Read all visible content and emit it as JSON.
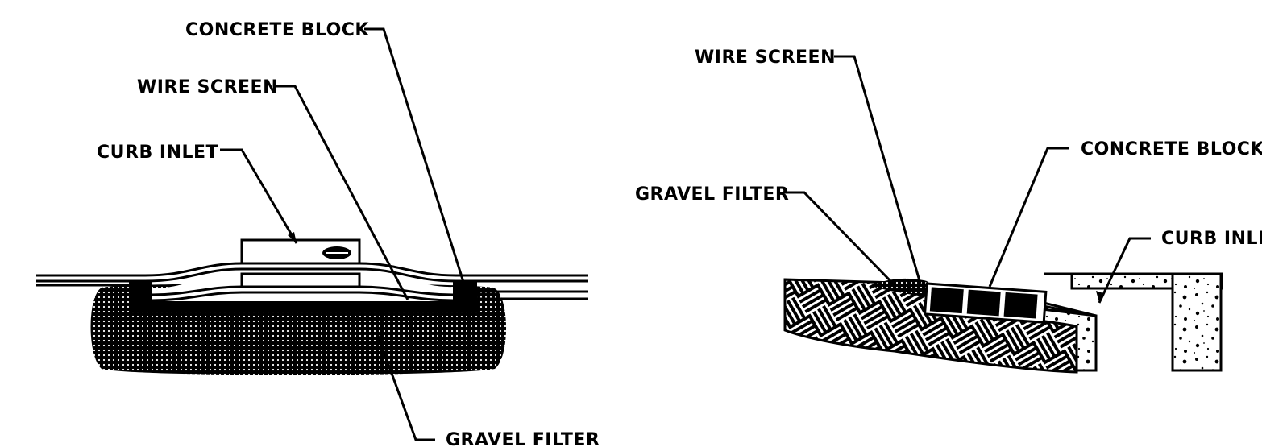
{
  "plan_view": {
    "labels": {
      "concrete_block": "CONCRETE BLOCK",
      "wire_screen": "WIRE SCREEN",
      "curb_inlet": "CURB INLET",
      "gravel_filter": "GRAVEL FILTER"
    }
  },
  "section_view": {
    "labels": {
      "wire_screen": "WIRE SCREEN",
      "gravel_filter": "GRAVEL FILTER",
      "concrete_block": "CONCRETE BLOCK",
      "curb_inlet": "CURB INLET"
    }
  },
  "colors": {
    "ink": "#000000",
    "paper": "#ffffff"
  }
}
